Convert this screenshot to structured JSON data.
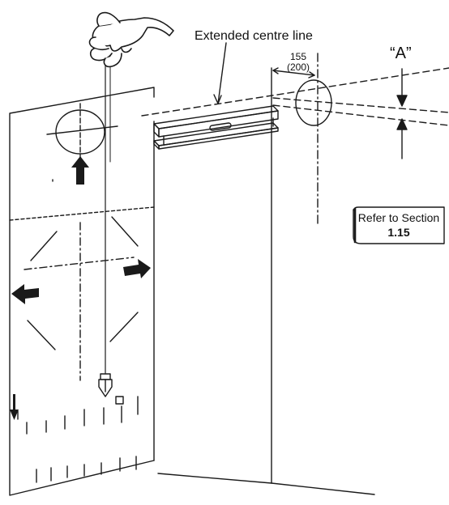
{
  "labels": {
    "extended_centre_line": "Extended centre line",
    "offset_top": "155",
    "offset_bottom": "(200)",
    "dimension_a": "“A”",
    "refer_line1": "Refer to Section",
    "refer_line2": "1.15"
  },
  "colors": {
    "line": "#1a1a1a",
    "fill_dark": "#1a1a1a",
    "background": "#ffffff"
  },
  "icons": [
    "hand-icon",
    "plumb-bob-icon",
    "arrow-up-icon",
    "arrow-right-icon",
    "arrow-left-icon",
    "arrow-down-icon"
  ]
}
